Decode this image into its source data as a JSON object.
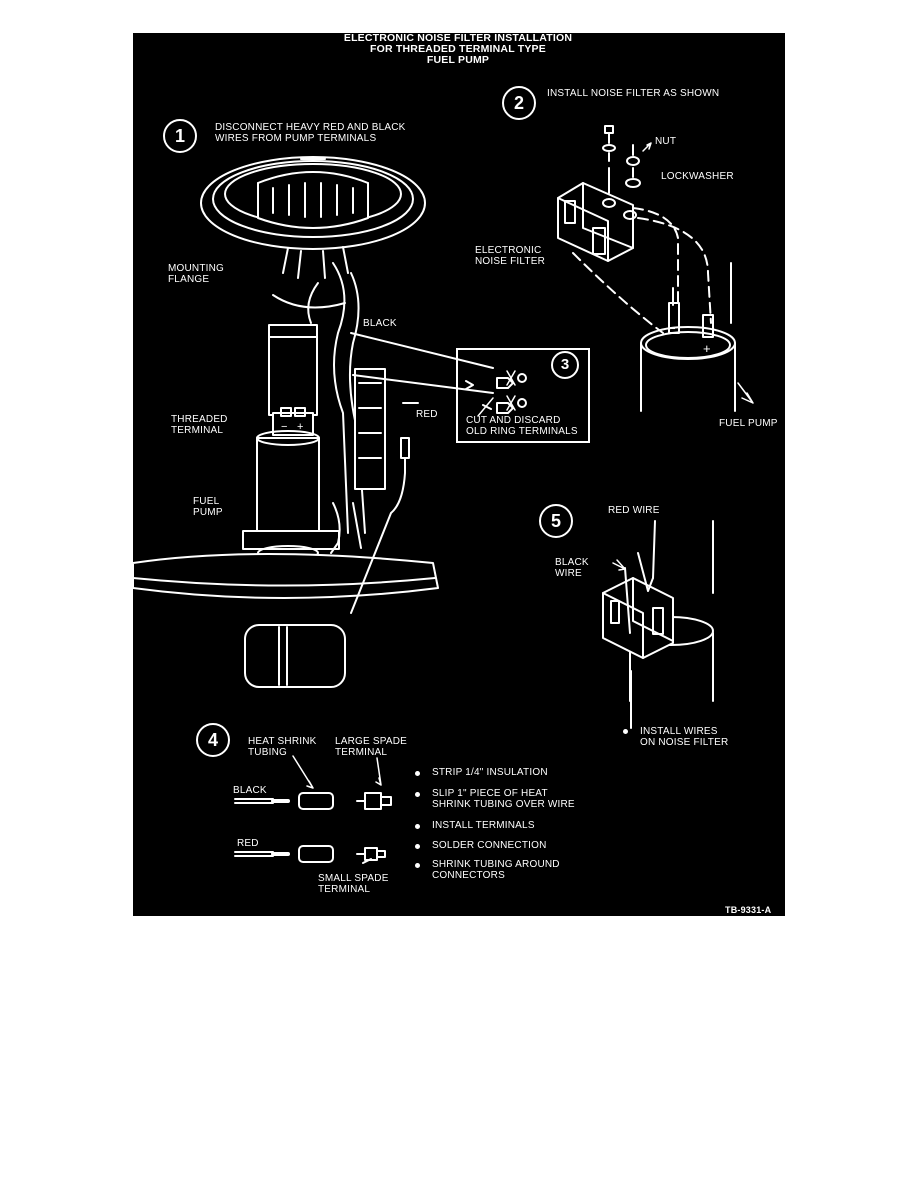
{
  "title": {
    "line1": "ELECTRONIC NOISE FILTER INSTALLATION",
    "line2": "FOR THREADED TERMINAL TYPE",
    "line3": "FUEL PUMP"
  },
  "steps": {
    "step1": {
      "number": "1",
      "text": "DISCONNECT HEAVY RED AND BLACK\nWIRES FROM PUMP TERMINALS"
    },
    "step2": {
      "number": "2",
      "text": "INSTALL NOISE FILTER AS SHOWN"
    },
    "step3": {
      "number": "3",
      "text": "CUT AND DISCARD\nOLD RING TERMINALS"
    },
    "step4": {
      "number": "4"
    },
    "step5": {
      "number": "5"
    }
  },
  "labels": {
    "mounting_flange": "MOUNTING\nFLANGE",
    "black": "BLACK",
    "red": "RED",
    "threaded_terminal": "THREADED\nTERMINAL",
    "fuel_pump_left": "FUEL\nPUMP",
    "nut": "NUT",
    "lockwasher": "LOCKWASHER",
    "electronic_noise_filter": "ELECTRONIC\nNOISE FILTER",
    "fuel_pump_right": "FUEL PUMP",
    "red_wire": "RED WIRE",
    "black_wire": "BLACK\nWIRE",
    "install_wires": "INSTALL WIRES\nON NOISE FILTER",
    "heat_shrink_tubing": "HEAT SHRINK\nTUBING",
    "large_spade_terminal": "LARGE SPADE\nTERMINAL",
    "black_wire_4": "BLACK",
    "red_wire_4": "RED",
    "small_spade_terminal": "SMALL SPADE\nTERMINAL",
    "figure_id": "TB-9331-A"
  },
  "polarity": {
    "minus": "−",
    "plus": "+"
  },
  "instructions": [
    "STRIP 1/4\" INSULATION",
    "SLIP 1\" PIECE OF HEAT\nSHRINK TUBING OVER WIRE",
    "INSTALL TERMINALS",
    "SOLDER CONNECTION",
    "SHRINK TUBING AROUND\nCONNECTORS"
  ]
}
